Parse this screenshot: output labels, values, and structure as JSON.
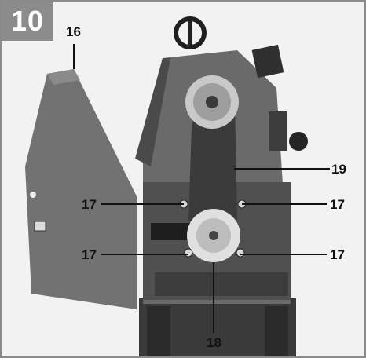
{
  "figure": {
    "number": "10",
    "colors": {
      "background": "#f2f2f2",
      "badge": "#8c8c8c",
      "machine_body": "#5e5e5e",
      "machine_dark": "#2c2c2c",
      "pulley": "#d8d8d8"
    },
    "callouts": [
      {
        "id": "16",
        "text": "16"
      },
      {
        "id": "19",
        "text": "19"
      },
      {
        "id": "17-left-upper",
        "text": "17"
      },
      {
        "id": "17-right-upper",
        "text": "17"
      },
      {
        "id": "17-left-lower",
        "text": "17"
      },
      {
        "id": "17-right-lower",
        "text": "17"
      },
      {
        "id": "18",
        "text": "18"
      }
    ]
  }
}
